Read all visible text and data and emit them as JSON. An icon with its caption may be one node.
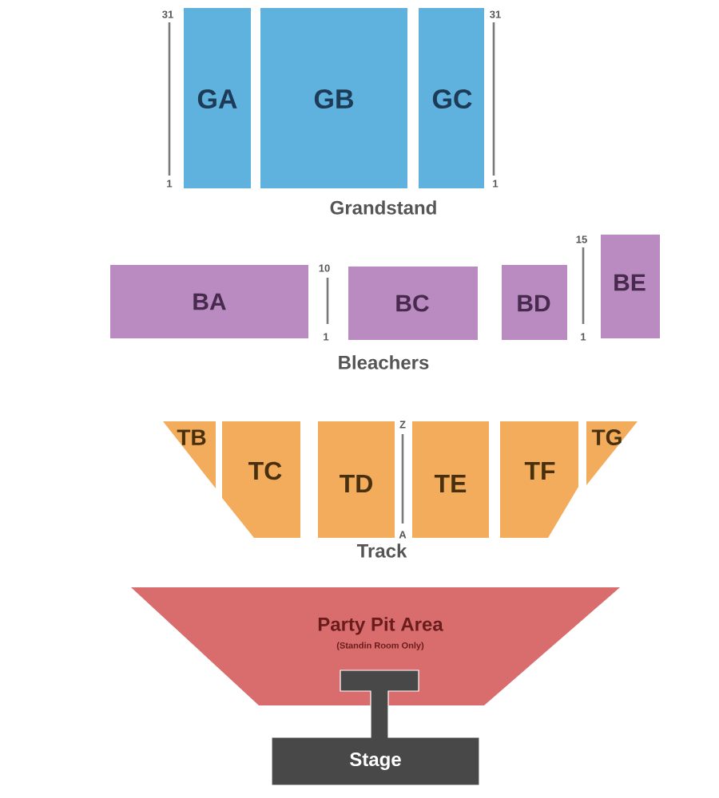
{
  "diagram": {
    "nodes": [
      {
        "text": [
          "GA"
        ]
      },
      {
        "text": [
          "GB"
        ]
      },
      {
        "text": [
          "GC"
        ]
      },
      {
        "text": [
          "BA"
        ]
      },
      {
        "text": [
          "BC"
        ]
      },
      {
        "text": [
          "BD"
        ]
      },
      {
        "text": [
          "BE"
        ]
      },
      {
        "text": [
          "TB"
        ]
      },
      {
        "text": [
          "TC"
        ]
      },
      {
        "text": [
          "TD"
        ]
      },
      {
        "text": [
          "TE"
        ]
      },
      {
        "text": [
          "TF"
        ]
      },
      {
        "text": [
          "TG"
        ]
      },
      {
        "text": [
          "Party Pit Area",
          "(Standin Room Only)"
        ]
      },
      {
        "text": [
          "Stage"
        ]
      }
    ],
    "labels": [
      "31",
      "31",
      "1",
      "1",
      "Grandstand",
      "15",
      "10",
      "1",
      "1",
      "Bleachers",
      "Z",
      "A",
      "Track"
    ]
  }
}
